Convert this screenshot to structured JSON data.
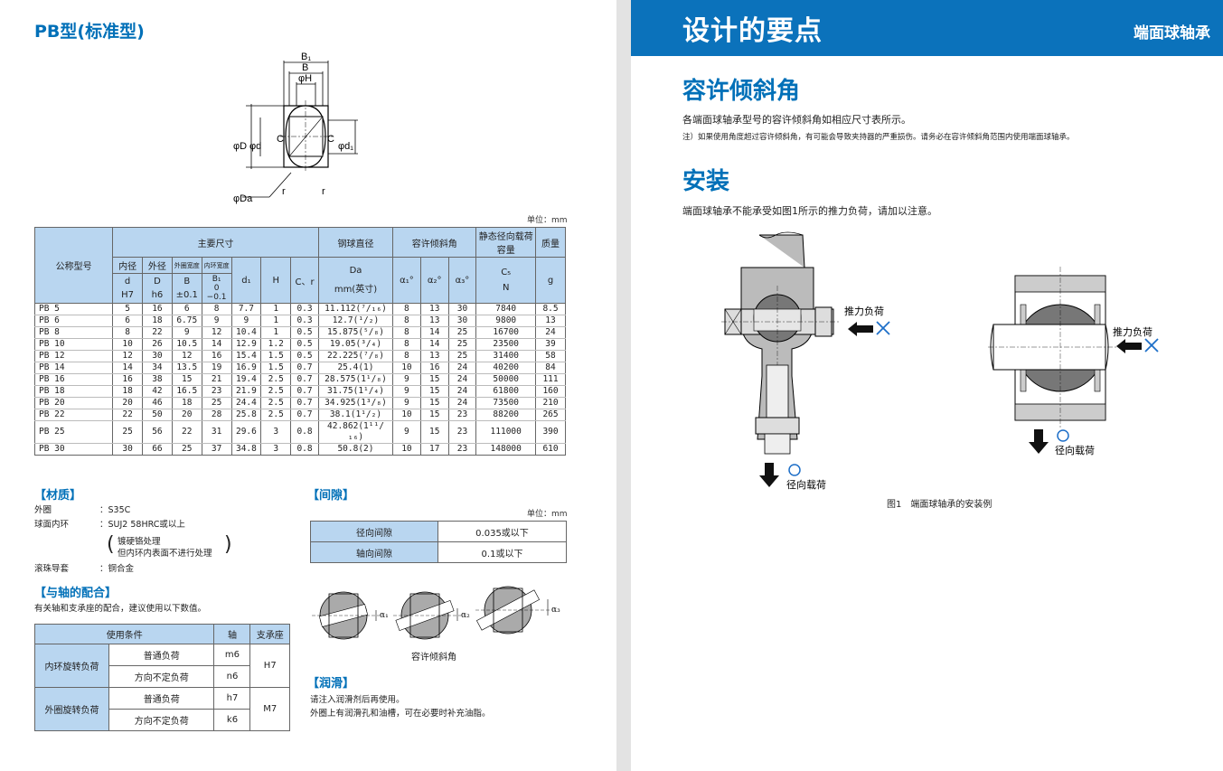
{
  "left": {
    "title": "PB型(标准型)",
    "drawing_labels": {
      "B1": "B₁",
      "B": "B",
      "H": "φH",
      "D": "φD",
      "d": "φd",
      "d1": "φd₁",
      "C_left": "C",
      "C_right": "C",
      "Da": "φDa",
      "r1": "r",
      "r2": "r"
    },
    "unit": "单位：mm",
    "spec_table": {
      "head": {
        "model": "公称型号",
        "main_dims": "主要尺寸",
        "ball_dia": "钢球直径",
        "angle": "容许倾斜角",
        "load": "静态径向载荷容量",
        "mass": "质量",
        "inner_dia": "内径",
        "outer_dia": "外径",
        "outer_width": "外圈宽度",
        "inner_width": "内环宽度",
        "d": "d",
        "D": "D",
        "B": "B",
        "B1": "B₁",
        "d1": "d₁",
        "H": "H",
        "Cr": "C、r",
        "Da": "Da",
        "a1": "α₁°",
        "a2": "α₂°",
        "a3": "α₃°",
        "Cs": "C₅",
        "g": "g",
        "tol_d": "H7",
        "tol_D": "h6",
        "tol_B": "±0.1",
        "tol_B1": "0 −0.1",
        "Da_unit": "mm(英寸)",
        "Cs_unit": "N"
      },
      "rows": [
        [
          "PB 5",
          "5",
          "16",
          "6",
          "8",
          "7.7",
          "1",
          "0.3",
          "11.112(⁷/₁₆)",
          "8",
          "13",
          "30",
          "7840",
          "8.5"
        ],
        [
          "PB 6",
          "6",
          "18",
          "6.75",
          "9",
          "9",
          "1",
          "0.3",
          "12.7(¹/₂)",
          "8",
          "13",
          "30",
          "9800",
          "13"
        ],
        [
          "PB 8",
          "8",
          "22",
          "9",
          "12",
          "10.4",
          "1",
          "0.5",
          "15.875(⁵/₈)",
          "8",
          "14",
          "25",
          "16700",
          "24"
        ],
        [
          "PB 10",
          "10",
          "26",
          "10.5",
          "14",
          "12.9",
          "1.2",
          "0.5",
          "19.05(³/₄)",
          "8",
          "14",
          "25",
          "23500",
          "39"
        ],
        [
          "PB 12",
          "12",
          "30",
          "12",
          "16",
          "15.4",
          "1.5",
          "0.5",
          "22.225(⁷/₈)",
          "8",
          "13",
          "25",
          "31400",
          "58"
        ],
        [
          "PB 14",
          "14",
          "34",
          "13.5",
          "19",
          "16.9",
          "1.5",
          "0.7",
          "25.4(1)",
          "10",
          "16",
          "24",
          "40200",
          "84"
        ],
        [
          "PB 16",
          "16",
          "38",
          "15",
          "21",
          "19.4",
          "2.5",
          "0.7",
          "28.575(1¹/₈)",
          "9",
          "15",
          "24",
          "50000",
          "111"
        ],
        [
          "PB 18",
          "18",
          "42",
          "16.5",
          "23",
          "21.9",
          "2.5",
          "0.7",
          "31.75(1¹/₄)",
          "9",
          "15",
          "24",
          "61800",
          "160"
        ],
        [
          "PB 20",
          "20",
          "46",
          "18",
          "25",
          "24.4",
          "2.5",
          "0.7",
          "34.925(1³/₈)",
          "9",
          "15",
          "24",
          "73500",
          "210"
        ],
        [
          "PB 22",
          "22",
          "50",
          "20",
          "28",
          "25.8",
          "2.5",
          "0.7",
          "38.1(1¹/₂)",
          "10",
          "15",
          "23",
          "88200",
          "265"
        ],
        [
          "PB 25",
          "25",
          "56",
          "22",
          "31",
          "29.6",
          "3",
          "0.8",
          "42.862(1¹¹/₁₆)",
          "9",
          "15",
          "23",
          "111000",
          "390"
        ],
        [
          "PB 30",
          "30",
          "66",
          "25",
          "37",
          "34.8",
          "3",
          "0.8",
          "50.8(2)",
          "10",
          "17",
          "23",
          "148000",
          "610"
        ]
      ]
    },
    "material": {
      "heading": "【材质】",
      "outer_label": "外圈",
      "outer_value": "：S35C",
      "inner_label": "球面内环",
      "inner_value": "：SUJ2 58HRC或以上",
      "inner_note1": "镀硬铬处理",
      "inner_note2": "但内环内表面不进行处理",
      "guide_label": "滚珠导套",
      "guide_value": "：铜合金"
    },
    "clearance": {
      "heading": "【间隙】",
      "unit": "单位：mm",
      "radial_label": "径向间隙",
      "radial_value": "0.035或以下",
      "axial_label": "轴向间隙",
      "axial_value": "0.1或以下"
    },
    "fit": {
      "heading": "【与轴的配合】",
      "desc": "有关轴和支承座的配合，建议使用以下数值。",
      "h_cond": "使用条件",
      "h_shaft": "轴",
      "h_housing": "支承座",
      "inner_rot": "内环旋转负荷",
      "outer_rot": "外圈旋转负荷",
      "normal": "普通负荷",
      "indef": "方向不定负荷",
      "r1": "m6",
      "r2": "n6",
      "r3": "h7",
      "r4": "k6",
      "h_inner": "H7",
      "h_outer": "M7"
    },
    "angle_fig": {
      "caption": "容许倾斜角",
      "a1": "α₁",
      "a2": "α₂",
      "a3": "α₃"
    },
    "lube": {
      "heading": "【润滑】",
      "line1": "请注入润滑剂后再使用。",
      "line2": "外圈上有润滑孔和油槽，可在必要时补充油脂。"
    }
  },
  "right": {
    "banner_title": "设计的要点",
    "banner_sub": "端面球轴承",
    "h1": "容许倾斜角",
    "p1": "各端面球轴承型号的容许倾斜角如相应尺寸表所示。",
    "note": "注）如果使用角度超过容许倾斜角，有可能会导致夹持器的严重损伤。请务必在容许倾斜角范围内使用端面球轴承。",
    "h2": "安装",
    "p2": "端面球轴承不能承受如图1所示的推力负荷，请加以注意。",
    "thrust_label": "推力负荷",
    "radial_label": "径向载荷",
    "fig_caption": "图1　端面球轴承的安装例"
  }
}
